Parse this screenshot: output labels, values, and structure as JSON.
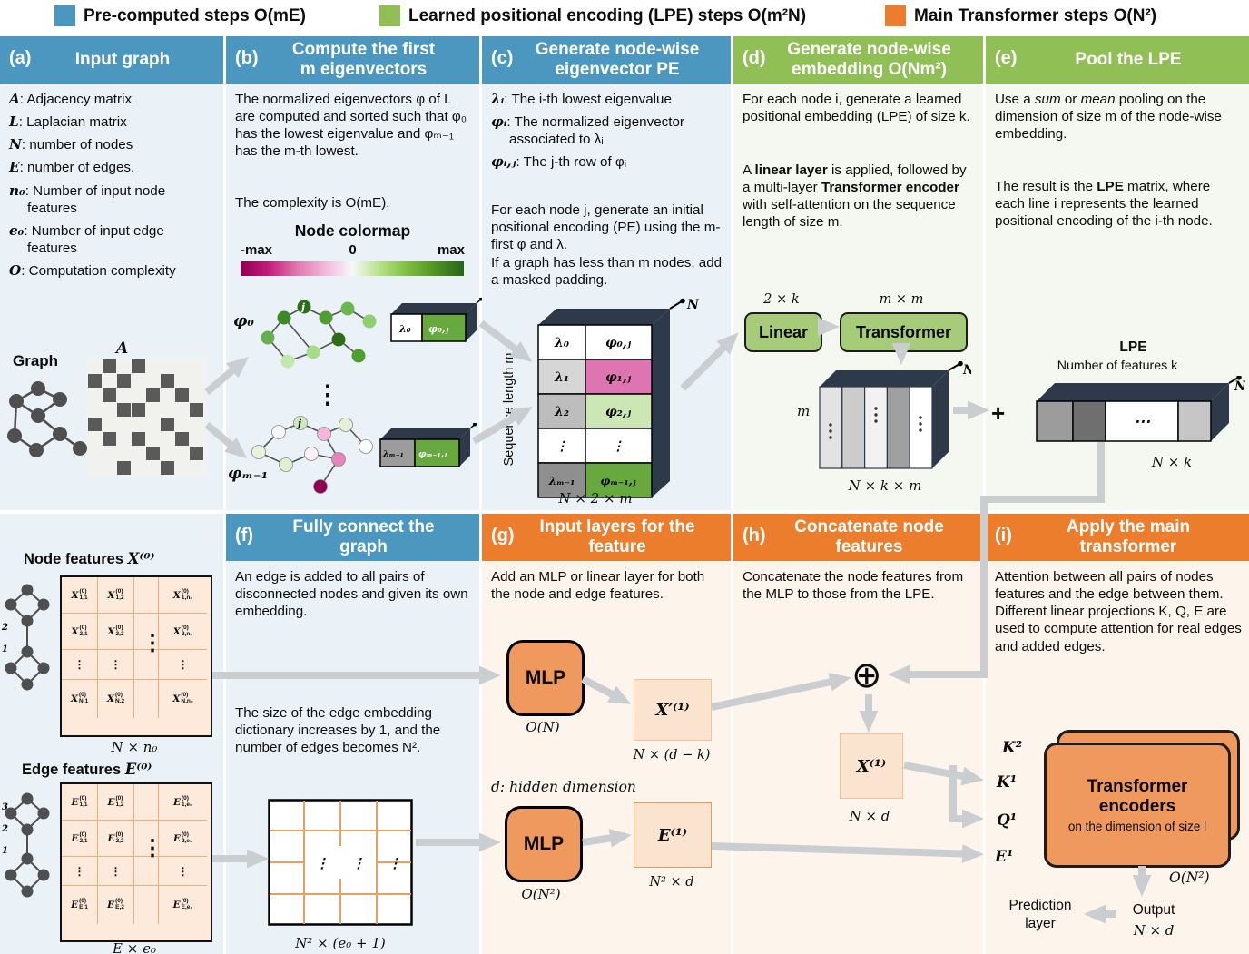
{
  "colors": {
    "blue": "#4b97bf",
    "green": "#90bf55",
    "orange": "#ec7d2d"
  },
  "glyphs": {
    "vdots": "⋮",
    "cdots": "⋯"
  },
  "legend": {
    "items": [
      {
        "label": "Pre-computed steps O(mE)"
      },
      {
        "label": "Learned positional encoding (LPE) steps O(m²N)"
      },
      {
        "label": "Main Transformer steps O(N²)"
      }
    ]
  },
  "panel_a": {
    "tag": "(a)",
    "title": "Input graph",
    "defs": [
      {
        "term": "A",
        "desc": ": Adjacency matrix"
      },
      {
        "term": "L",
        "desc": ": Laplacian matrix"
      },
      {
        "term": "N",
        "desc": ": number of nodes"
      },
      {
        "term": "E",
        "desc": ": number of edges."
      },
      {
        "term": "n₀",
        "desc": ": Number of input node features"
      },
      {
        "term": "e₀",
        "desc": ": Number of input edge features"
      },
      {
        "term": "O",
        "desc": ": Computation complexity"
      }
    ],
    "graph_label": "Graph",
    "adjacency_label": "A"
  },
  "panel_b": {
    "tag": "(b)",
    "title_line1": "Compute the first",
    "title_line2": "m eigenvectors",
    "para1": "The normalized eigenvectors φ of L are computed and sorted such that φ₀ has the lowest eigenvalue and φₘ₋₁ has the m-th lowest.",
    "para2": "The complexity is O(mE).",
    "colormap_title": "Node colormap",
    "colormap_min": "-max",
    "colormap_zero": "0",
    "colormap_max": "max",
    "phi0_label": "φ₀",
    "phim_label": "φₘ₋₁",
    "node_j": "j",
    "mini1": {
      "lambda": "λ₀",
      "phi": "φ₀,ⱼ"
    },
    "mini2": {
      "lambda": "λₘ₋₁",
      "phi": "φₘ₋₁,ⱼ"
    }
  },
  "panel_c": {
    "tag": "(c)",
    "title_line1": "Generate node-wise",
    "title_line2": "eigenvector PE",
    "defs": [
      {
        "term": "λᵢ",
        "desc": ": The i-th lowest eigenvalue"
      },
      {
        "term": "φᵢ",
        "desc": ": The normalized eigenvector associated to λᵢ"
      },
      {
        "term": "φᵢ,ⱼ",
        "desc": ": The j-th row of φᵢ"
      }
    ],
    "para1": "For each node j, generate an initial positional encoding (PE) using the m-first φ and λ.",
    "para2": "If a graph has less than m nodes, add a masked padding.",
    "side_label": "Sequence length m",
    "rows": [
      {
        "lambda": "λ₀",
        "phi": "φ₀,ⱼ"
      },
      {
        "lambda": "λ₁",
        "phi": "φ₁,ⱼ"
      },
      {
        "lambda": "λ₂",
        "phi": "φ₂,ⱼ"
      },
      {
        "lambda": "⋮",
        "phi": "⋮"
      },
      {
        "lambda": "λₘ₋₁",
        "phi": "φₘ₋₁,ⱼ"
      }
    ],
    "corner_label": "N",
    "bottom_label": "N × 2 × m"
  },
  "panel_d": {
    "tag": "(d)",
    "title_line1": "Generate node-wise",
    "title_line2": "embedding O(Nm²)",
    "para1": "For each node i, generate a learned positional embedding (LPE) of size k.",
    "para2_parts": [
      "A ",
      "linear layer",
      " is applied, followed by a multi-layer ",
      "Transformer encoder",
      " with self-attention on the sequence length of size m."
    ],
    "dim_linear": "2 × k",
    "dim_transformer": "m × m",
    "linear_label": "Linear",
    "transformer_label": "Transformer",
    "m_label": "m",
    "n_label": "N",
    "bottom_label": "N × k × m"
  },
  "panel_e": {
    "tag": "(e)",
    "title": "Pool the LPE",
    "para1_parts": [
      "Use a ",
      "sum",
      " or ",
      "mean",
      " pooling on the dimension of size m of the node-wise embedding."
    ],
    "para2_parts": [
      "The result is the ",
      "LPE",
      " matrix, where each line i represents the learned positional encoding of the i-th node."
    ],
    "plus": "+",
    "lpe_label": "LPE",
    "features_label": "Number of features k",
    "n_label": "N",
    "cell_dots": "⋯",
    "bottom_label": "N × k"
  },
  "panel_f": {
    "tag": "(f)",
    "title_line1": "Fully connect the",
    "title_line2": "graph",
    "para1": "An edge is added to all pairs of disconnected nodes and given its own embedding.",
    "para2": "The size of the edge embedding dictionary increases by 1, and the number of edges becomes N².",
    "matrix_label": "N² × (e₀ + 1)"
  },
  "panel_g": {
    "tag": "(g)",
    "title_line1": "Input layers for the",
    "title_line2": "feature",
    "para1": "Add an MLP or linear layer for both the node and edge features.",
    "mlp_label": "MLP",
    "mlp1_complexity": "O(N)",
    "x_label": "X′⁽¹⁾",
    "x_dim": "N × (d − k)",
    "hidden_note": "d: hidden dimension",
    "mlp2_complexity": "O(N²)",
    "e_label": "E⁽¹⁾",
    "e_dim": "N² × d"
  },
  "panel_h": {
    "tag": "(h)",
    "title_line1": "Concatenate node",
    "title_line2": "features",
    "para1": "Concatenate the node features from the MLP to those from the LPE.",
    "oplus": "⊕",
    "x_label": "X⁽¹⁾",
    "x_dim": "N × d"
  },
  "panel_i": {
    "tag": "(i)",
    "title_line1": "Apply the main",
    "title_line2": "transformer",
    "para1": "Attention between all pairs of nodes features and the edge between them. Different linear projections K, Q, E are used to compute attention for real edges and added edges.",
    "k2": "K²",
    "k1": "K¹",
    "q1": "Q¹",
    "e1": "E¹",
    "box_title_line1": "Transformer",
    "box_title_line2": "encoders",
    "box_sub": "on the dimension of size l",
    "complexity": "O(N²)",
    "output_label": "Output",
    "output_dim": "N × d",
    "prediction_line1": "Prediction",
    "prediction_line2": "layer"
  },
  "node_features": {
    "title_prefix": "Node features ",
    "title_math": "X⁽⁰⁾",
    "base": "X",
    "tags": [
      "2",
      "1"
    ],
    "cells": [
      {
        "sup": "(0)",
        "sub": "1,1"
      },
      {
        "sup": "(0)",
        "sub": "1,2"
      },
      {
        "sup": "(0)",
        "sub": "1,n₀"
      },
      {
        "sup": "(0)",
        "sub": "2,1"
      },
      {
        "sup": "(0)",
        "sub": "2,2"
      },
      {
        "sup": "(0)",
        "sub": "2,n₀"
      },
      {
        "sup": "(0)",
        "sub": "N,1"
      },
      {
        "sup": "(0)",
        "sub": "N,2"
      },
      {
        "sup": "(0)",
        "sub": "N,n₀"
      }
    ],
    "dim": "N × n₀"
  },
  "edge_features": {
    "title_prefix": "Edge features ",
    "title_math": "E⁽⁰⁾",
    "base": "E",
    "tags": [
      "3",
      "2",
      "1"
    ],
    "cells": [
      {
        "sup": "(0)",
        "sub": "1,1"
      },
      {
        "sup": "(0)",
        "sub": "1,2"
      },
      {
        "sup": "(0)",
        "sub": "1,e₀"
      },
      {
        "sup": "(0)",
        "sub": "2,1"
      },
      {
        "sup": "(0)",
        "sub": "2,2"
      },
      {
        "sup": "(0)",
        "sub": "2,e₀"
      },
      {
        "sup": "(0)",
        "sub": "E,1"
      },
      {
        "sup": "(0)",
        "sub": "E,2"
      },
      {
        "sup": "(0)",
        "sub": "E,e₀"
      }
    ],
    "dim": "E × e₀"
  }
}
